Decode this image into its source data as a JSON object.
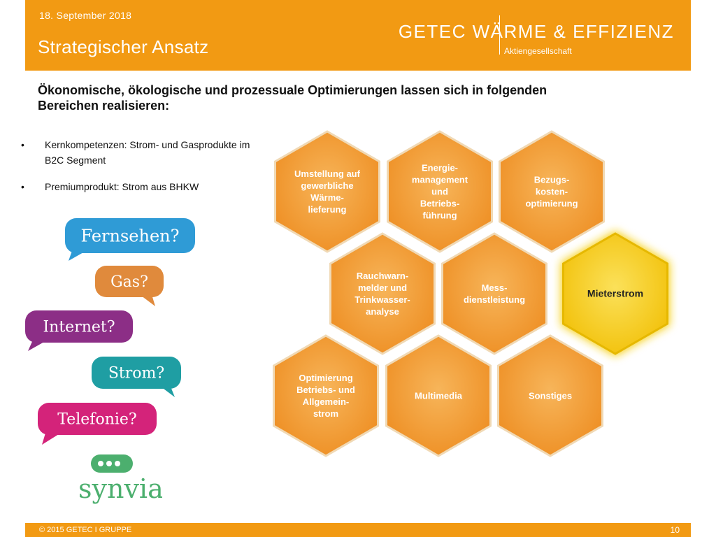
{
  "header": {
    "date": "18. September 2018",
    "title": "Strategischer Ansatz",
    "brand": "GETEC WÄRME & EFFIZIENZ",
    "brand_sub": "Aktiengesellschaft"
  },
  "intro": "Ökonomische, ökologische und prozessuale Optimierungen lassen sich in folgenden Bereichen realisieren:",
  "bullets": [
    "Kernkompetenzen: Strom- und Gasprodukte im\nB2C Segment",
    "Premiumprodukt: Strom aus BHKW"
  ],
  "bubbles": [
    {
      "text": "Fernsehen?",
      "color": "#2f9bd6"
    },
    {
      "text": "Gas?",
      "color": "#e08a3c"
    },
    {
      "text": "Internet?",
      "color": "#8c2e86"
    },
    {
      "text": "Strom?",
      "color": "#1f9ea3"
    },
    {
      "text": "Telefonie?",
      "color": "#d4237a"
    }
  ],
  "synvia": {
    "text": "synvia",
    "color": "#4caf6e"
  },
  "hexagons": [
    "Umstellung auf\ngewerbliche\nWärme-\nlieferung",
    "Energie-\nmanagement\nund\nBetriebs-\nführung",
    "Bezugs-\nkosten-\noptimierung",
    "Rauchwarn-\nmelder und\nTrinkwasser-\nanalyse",
    "Mess-\ndienstleistung",
    "Mieterstrom",
    "Optimierung\nBetriebs- und\nAllgemein-\nstrom",
    "Multimedia",
    "Sonstiges"
  ],
  "colors": {
    "orange": "#f29a13",
    "hex": "#f5a23a",
    "highlight": "#f7d11f"
  },
  "footer": {
    "copyright": "© 2015 GETEC I GRUPPE",
    "page": "10"
  }
}
